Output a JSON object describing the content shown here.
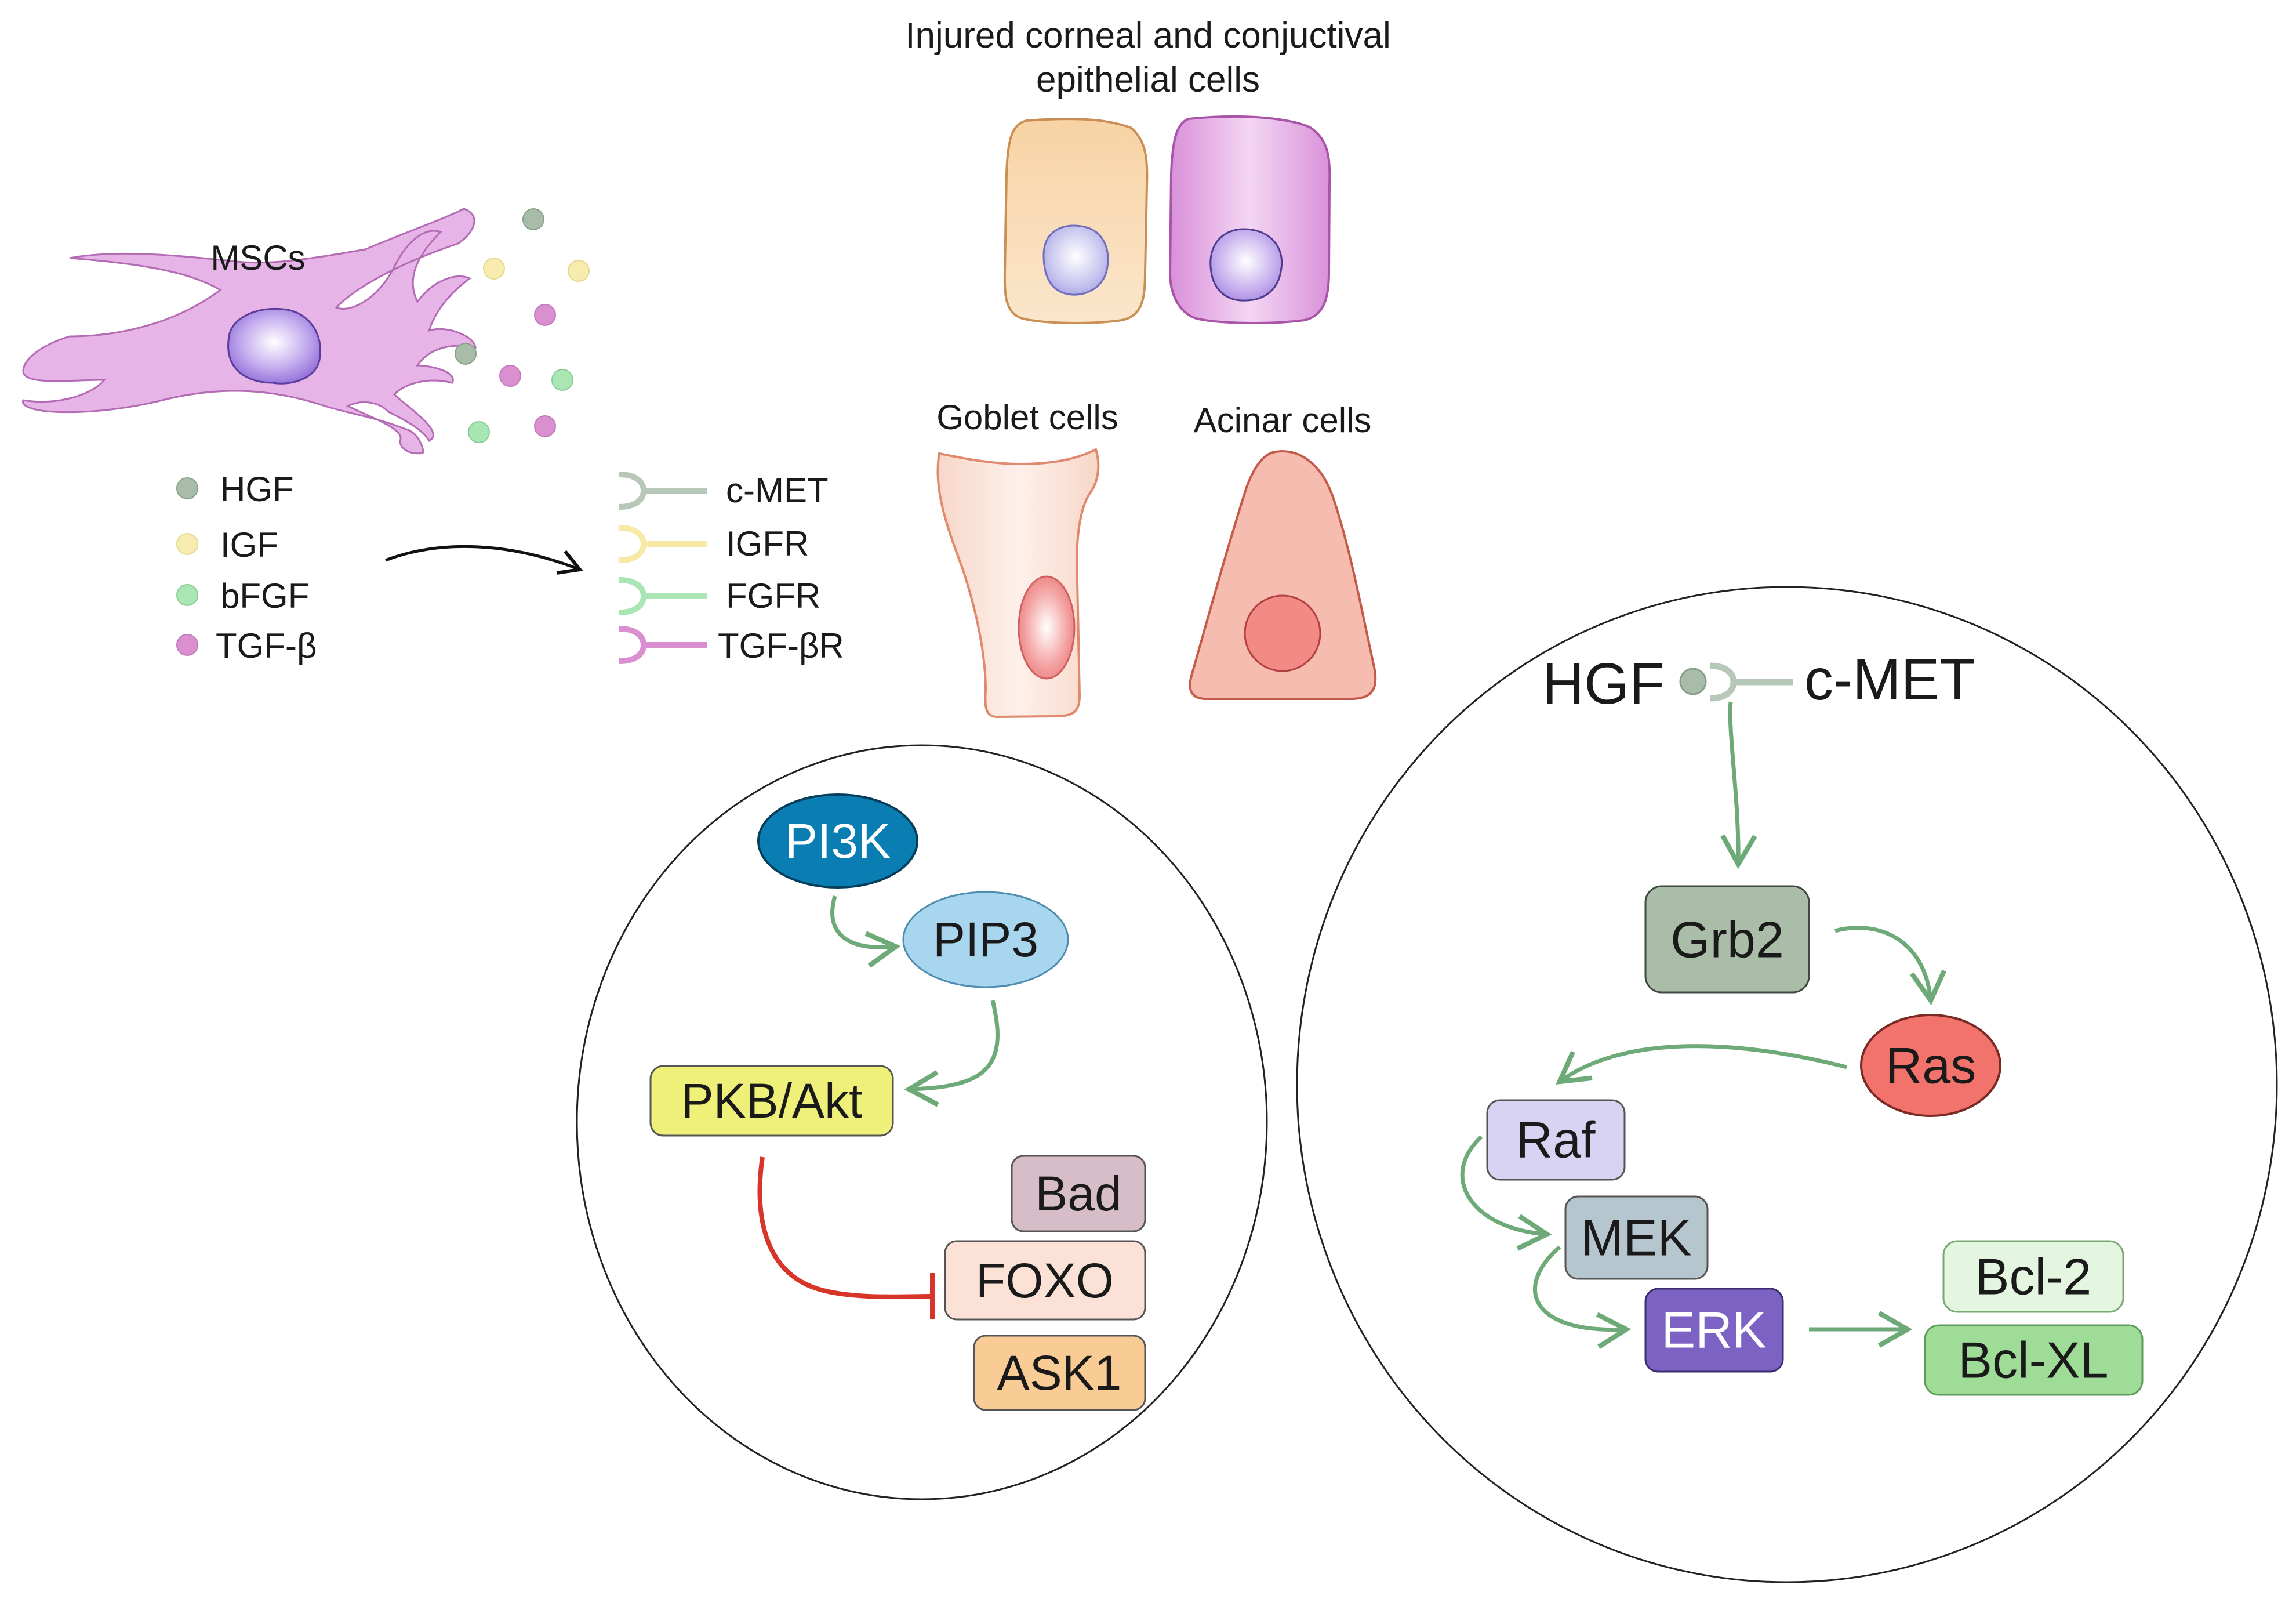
{
  "title": "Injured corneal and conjuctival epithelial cells",
  "title_lines": [
    "Injured corneal and conjuctival",
    "epithelial cells"
  ],
  "msc_label": "MSCs",
  "goblet_label": "Goblet cells",
  "acinar_label": "Acinar cells",
  "factors": [
    {
      "label": "HGF",
      "color": "#a9bba9"
    },
    {
      "label": "IGF",
      "color": "#f7ecae"
    },
    {
      "label": "bFGF",
      "color": "#a9e6b3"
    },
    {
      "label": "TGF-β",
      "color": "#d98fd0"
    }
  ],
  "receptors": [
    {
      "label": "c-MET",
      "color": "#b8c8b8"
    },
    {
      "label": "IGFR",
      "color": "#f6eaa6"
    },
    {
      "label": "FGFR",
      "color": "#a9e6b3"
    },
    {
      "label": "TGF-βR",
      "color": "#d98fd0"
    }
  ],
  "pi3k_pathway": {
    "pi3k": {
      "label": "PI3K",
      "color": "#0a7db3"
    },
    "pip3": {
      "label": "PIP3",
      "color": "#a9d6ef"
    },
    "akt": {
      "label": "PKB/Akt",
      "color": "#eef07a"
    },
    "targets": [
      {
        "label": "Bad",
        "color": "#d6bdc8"
      },
      {
        "label": "FOXO",
        "color": "#fbe1d6"
      },
      {
        "label": "ASK1",
        "color": "#f9cc95"
      }
    ]
  },
  "mapk_pathway": {
    "ligand": "HGF",
    "receptor": "c-MET",
    "grb2": {
      "label": "Grb2",
      "color": "#aabda9"
    },
    "ras": {
      "label": "Ras",
      "color": "#f2736b"
    },
    "raf": {
      "label": "Raf",
      "color": "#d8d3f3"
    },
    "mek": {
      "label": "MEK",
      "color": "#b6c6ce"
    },
    "erk": {
      "label": "ERK",
      "color": "#7c62c2"
    },
    "targets": [
      {
        "label": "Bcl-2",
        "color": "#e4f6e0"
      },
      {
        "label": "Bcl-XL",
        "color": "#9fdc98"
      }
    ]
  },
  "colors": {
    "activation_arrow": "#6eaa78",
    "inhibition_arrow": "#d8352a",
    "msc_cell": "#e6b1e6",
    "nucleus": "#b79be8"
  }
}
